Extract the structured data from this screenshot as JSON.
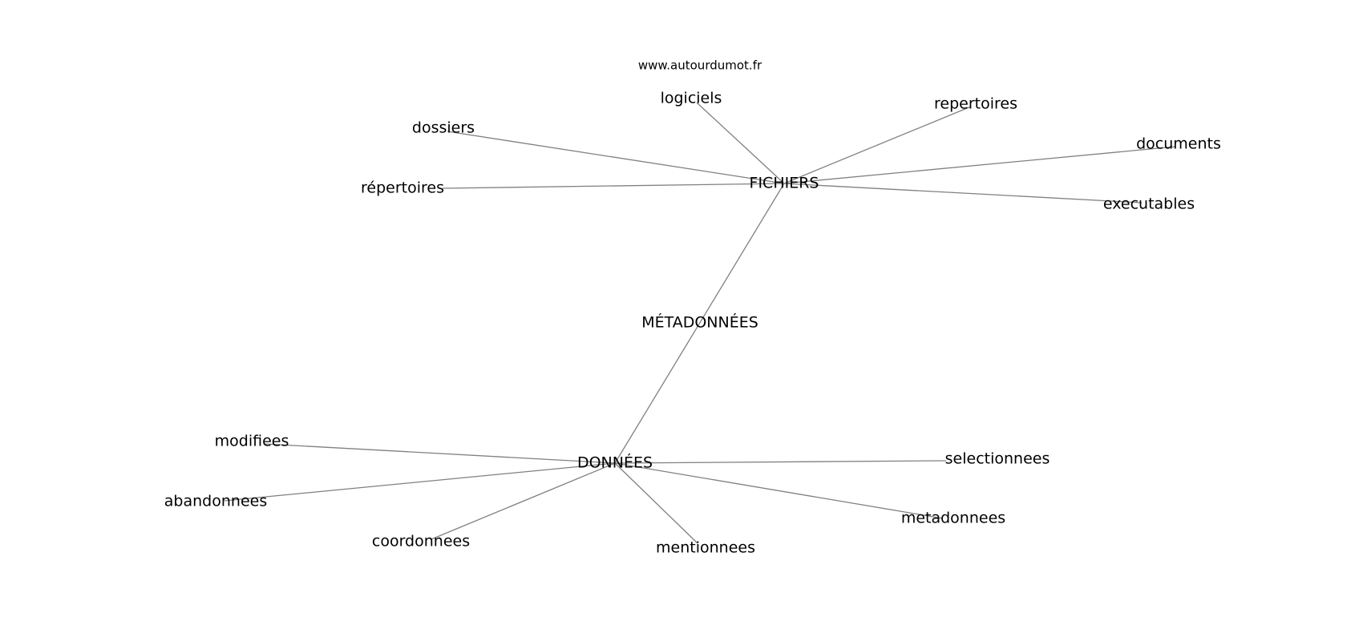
{
  "watermark": "www.autourdumot.fr",
  "nodes": [
    {
      "id": "fichiers",
      "label": "FICHIERS"
    },
    {
      "id": "metadonnees_center",
      "label": "MÉTADONNÉES"
    },
    {
      "id": "donnees",
      "label": "DONNÉES"
    },
    {
      "id": "logiciels",
      "label": "logiciels"
    },
    {
      "id": "repertoires_plain",
      "label": "repertoires"
    },
    {
      "id": "dossiers",
      "label": "dossiers"
    },
    {
      "id": "documents",
      "label": "documents"
    },
    {
      "id": "repertoires_accent",
      "label": "répertoires"
    },
    {
      "id": "executables",
      "label": "executables"
    },
    {
      "id": "modifiees",
      "label": "modifiees"
    },
    {
      "id": "selectionnees",
      "label": "selectionnees"
    },
    {
      "id": "abandonnees",
      "label": "abandonnees"
    },
    {
      "id": "metadonnees_lower",
      "label": "metadonnees"
    },
    {
      "id": "coordonnees",
      "label": "coordonnees"
    },
    {
      "id": "mentionnees",
      "label": "mentionnees"
    }
  ],
  "edges": [
    [
      "fichiers",
      "donnees"
    ],
    [
      "fichiers",
      "logiciels"
    ],
    [
      "fichiers",
      "repertoires_plain"
    ],
    [
      "fichiers",
      "dossiers"
    ],
    [
      "fichiers",
      "documents"
    ],
    [
      "fichiers",
      "repertoires_accent"
    ],
    [
      "fichiers",
      "executables"
    ],
    [
      "donnees",
      "modifiees"
    ],
    [
      "donnees",
      "selectionnees"
    ],
    [
      "donnees",
      "abandonnees"
    ],
    [
      "donnees",
      "metadonnees_lower"
    ],
    [
      "donnees",
      "coordonnees"
    ],
    [
      "donnees",
      "mentionnees"
    ]
  ]
}
